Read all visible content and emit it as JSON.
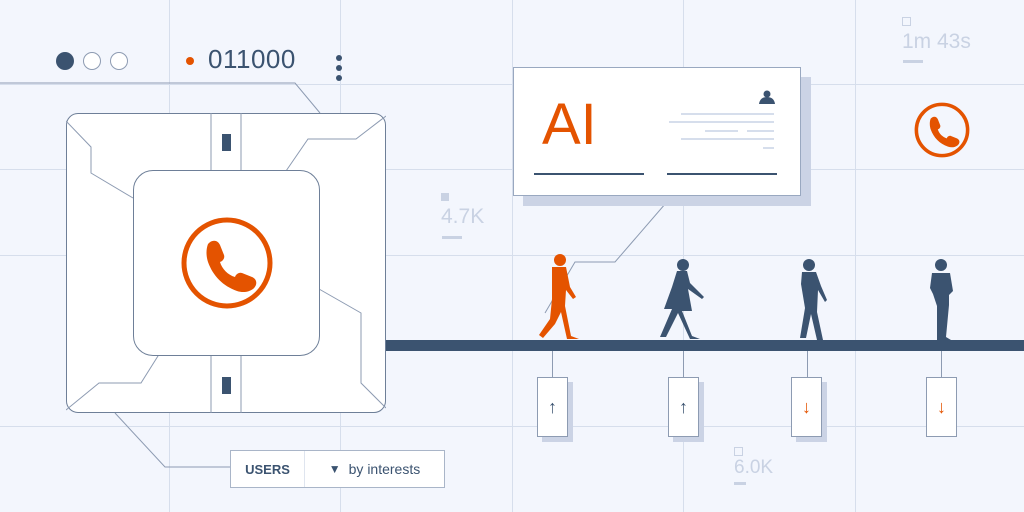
{
  "header": {
    "pager_dots": [
      {
        "state": "active",
        "color": "#3b5370"
      },
      {
        "state": "inactive",
        "color": "#ffffff"
      },
      {
        "state": "inactive",
        "color": "#ffffff"
      }
    ],
    "status_dot_color": "#e45300",
    "counter_value": "011000",
    "more_menu_icon": "vertical-dots-icon"
  },
  "metrics": {
    "duration": "1m 43s",
    "left_value": "4.7K",
    "bottom_value": "6.0K"
  },
  "device": {
    "icon": "phone-call-icon",
    "accent": "#e45300"
  },
  "ai_card": {
    "label": "AI",
    "icon": "user-icon"
  },
  "call_icon": "phone-call-icon",
  "people": [
    {
      "name": "walking-man",
      "highlighted": true,
      "color": "#e45300",
      "trend": "↑",
      "trend_dir": "up",
      "trend_color": "#3b5370"
    },
    {
      "name": "walking-woman",
      "highlighted": false,
      "color": "#3b5370",
      "trend": "↑",
      "trend_dir": "up",
      "trend_color": "#3b5370"
    },
    {
      "name": "walking-person",
      "highlighted": false,
      "color": "#3b5370",
      "trend": "↓",
      "trend_dir": "down",
      "trend_color": "#e45300"
    },
    {
      "name": "standing-person",
      "highlighted": false,
      "color": "#3b5370",
      "trend": "↓",
      "trend_dir": "down",
      "trend_color": "#e45300"
    }
  ],
  "filter": {
    "category": "USERS",
    "sort_icon": "▼",
    "sort_label": "by interests"
  },
  "colors": {
    "background": "#f3f6fd",
    "primary": "#3b5370",
    "accent": "#e45300",
    "grid": "#d6deec",
    "muted": "#c9d2e3"
  }
}
